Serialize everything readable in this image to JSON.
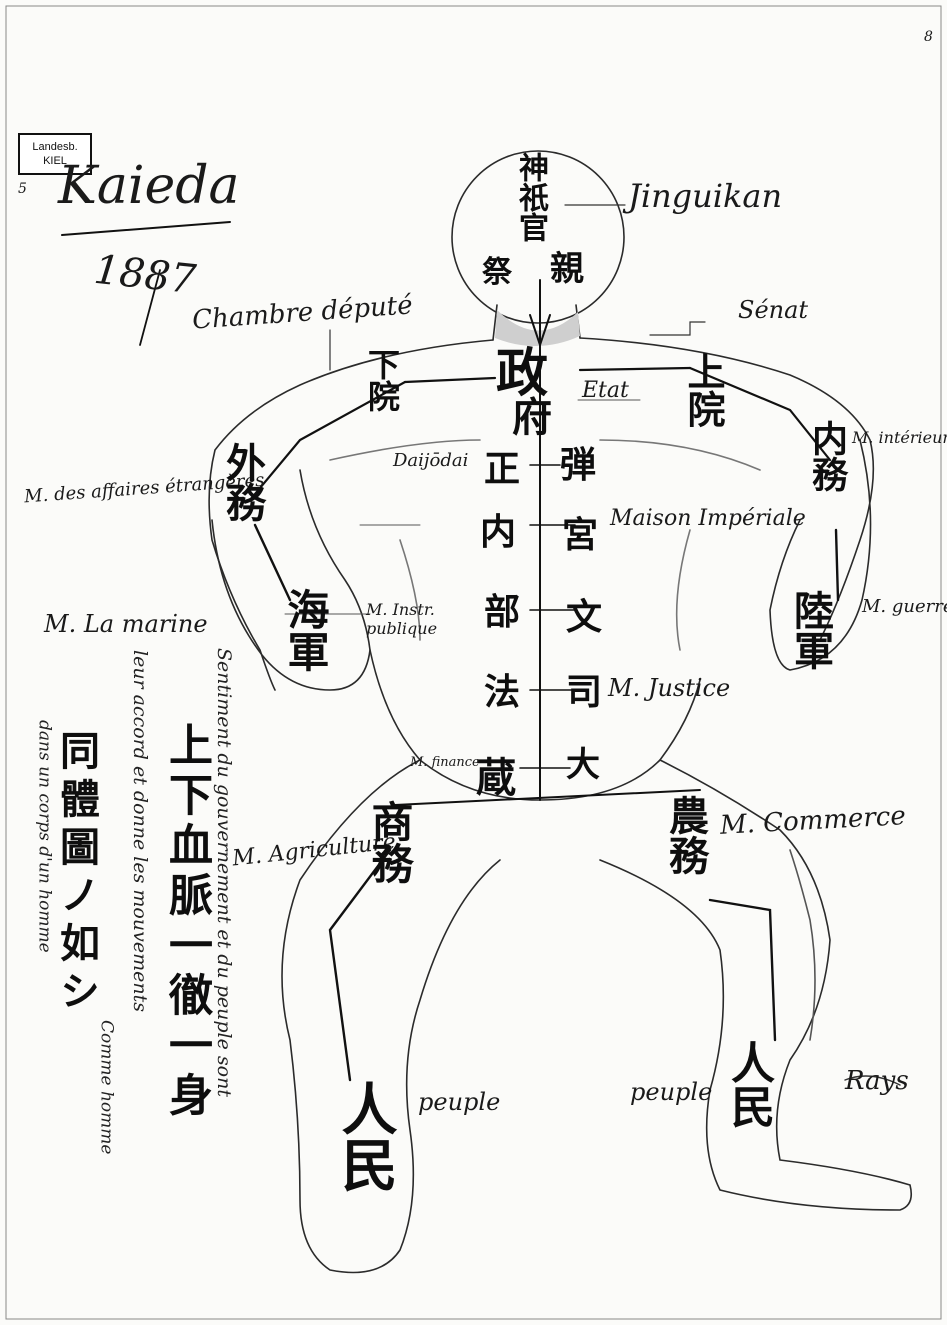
{
  "stamp": {
    "line1": "Landesb.",
    "line2": "KIEL"
  },
  "page_mark": "5",
  "corner_mark": "8",
  "author": "Kaieda",
  "year": "1887",
  "signature": "Rays",
  "head": {
    "vertical_kanji": "神祇官",
    "left_kanji": "祭",
    "right_kanji": "親",
    "label": "Jinguikan"
  },
  "shoulders": {
    "left_label": "Chambre député",
    "right_label": "Sénat",
    "left_kanji": "下院",
    "right_kanji": "上院"
  },
  "center": {
    "main_kanji": "政",
    "sub_kanji": "府",
    "etat_label": "Etat",
    "daijokan_label": "Daijōdai"
  },
  "column_left": [
    "正",
    "内",
    "部",
    "法",
    "蔵"
  ],
  "column_right": [
    "弾",
    "宮",
    "文",
    "司",
    "大"
  ],
  "ministries": {
    "foreign_label": "M. des affaires étrangères",
    "foreign_kanji": "外務",
    "interior_label": "M. intérieur",
    "interior_kanji": "内務",
    "marine_label": "M. La marine",
    "marine_kanji": "海軍",
    "war_label": "M. guerre",
    "war_kanji": "陸軍",
    "instruction_label": "M. Instr. publique",
    "imperial_label": "Maison Impériale",
    "justice_label": "M. Justice",
    "finance_label": "M. finance",
    "agriculture_label": "M. Agriculture",
    "agriculture_kanji": "商務",
    "commerce_label": "M. Commerce",
    "commerce_kanji": "農務"
  },
  "people": {
    "left_label": "peuple",
    "right_label": "peuple",
    "kanji": "人民"
  },
  "left_text": {
    "kanji_motto": "上下血脈一徹一身",
    "kanji_title": "同體圖ノ如シ",
    "french_line1": "Sentiment du gouvernement et du peuple sont",
    "french_line2": "leur accord et donne les mouvements",
    "french_line3": "dans un corps d'un homme",
    "french_line4": "Comme homme"
  }
}
